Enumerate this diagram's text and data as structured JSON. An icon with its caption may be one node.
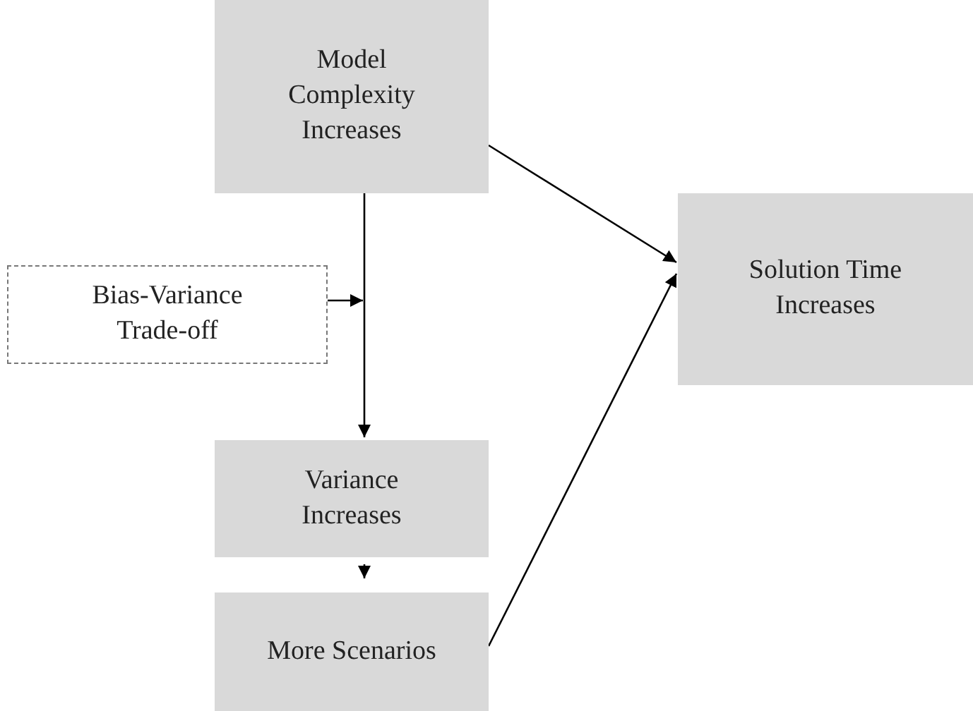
{
  "diagram": {
    "nodes": [
      {
        "text": [
          "Model Complexity Increases"
        ]
      },
      {
        "text": [
          "Bias-Variance Trade-off"
        ]
      },
      {
        "text": [
          "Variance Increases"
        ]
      },
      {
        "text": [
          "More Scenarios"
        ]
      },
      {
        "text": [
          "Solution Time Increases"
        ]
      }
    ],
    "edges": [
      {
        "from": 0,
        "to": 2,
        "arrow": "to"
      },
      {
        "from": 1,
        "to": null,
        "arrow": "to"
      },
      {
        "from": 2,
        "to": 3,
        "arrow": "to"
      },
      {
        "from": 0,
        "to": 4,
        "arrow": "to"
      },
      {
        "from": 3,
        "to": 4,
        "arrow": "to"
      }
    ]
  }
}
